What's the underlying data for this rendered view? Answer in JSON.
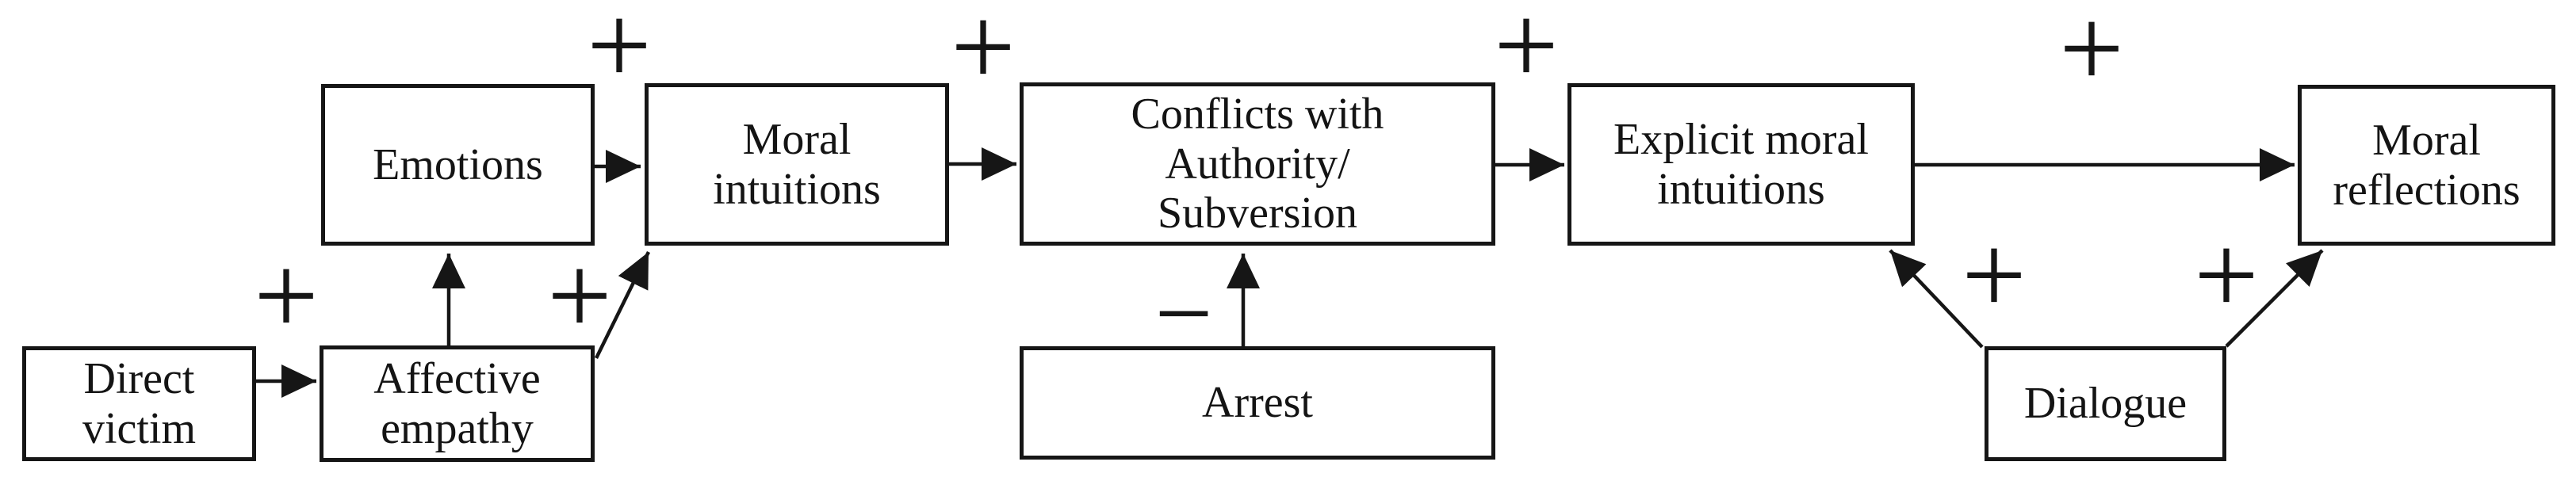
{
  "diagram": {
    "type": "path-model-flowchart",
    "colors": {
      "background": "#ffffff",
      "ink": "#161616"
    },
    "boxes": {
      "direct_victim": {
        "label": "Direct\nvictim"
      },
      "affective_empathy": {
        "label": "Affective\nempathy"
      },
      "emotions": {
        "label": "Emotions"
      },
      "moral_intuitions": {
        "label": "Moral\nintuitions"
      },
      "conflicts": {
        "label": "Conflicts with\nAuthority/\nSubversion"
      },
      "explicit_moral": {
        "label": "Explicit moral\nintuitions"
      },
      "moral_reflections": {
        "label": "Moral\nreflections"
      },
      "arrest": {
        "label": "Arrest"
      },
      "dialogue": {
        "label": "Dialogue"
      }
    },
    "edges": [
      {
        "from": "Direct victim",
        "to": "Affective empathy",
        "sign": "+"
      },
      {
        "from": "Affective empathy",
        "to": "Emotions",
        "sign": ""
      },
      {
        "from": "Affective empathy",
        "to": "Moral intuitions",
        "sign": "+"
      },
      {
        "from": "Emotions",
        "to": "Moral intuitions",
        "sign": "+"
      },
      {
        "from": "Moral intuitions",
        "to": "Conflicts with Authority/Subversion",
        "sign": "+"
      },
      {
        "from": "Conflicts with Authority/Subversion",
        "to": "Explicit moral intuitions",
        "sign": "+"
      },
      {
        "from": "Explicit moral intuitions",
        "to": "Moral reflections",
        "sign": "+"
      },
      {
        "from": "Arrest",
        "to": "Conflicts with Authority/Subversion",
        "sign": "−"
      },
      {
        "from": "Dialogue",
        "to": "Explicit moral intuitions",
        "sign": "+"
      },
      {
        "from": "Dialogue",
        "to": "Moral reflections",
        "sign": "+"
      }
    ]
  }
}
